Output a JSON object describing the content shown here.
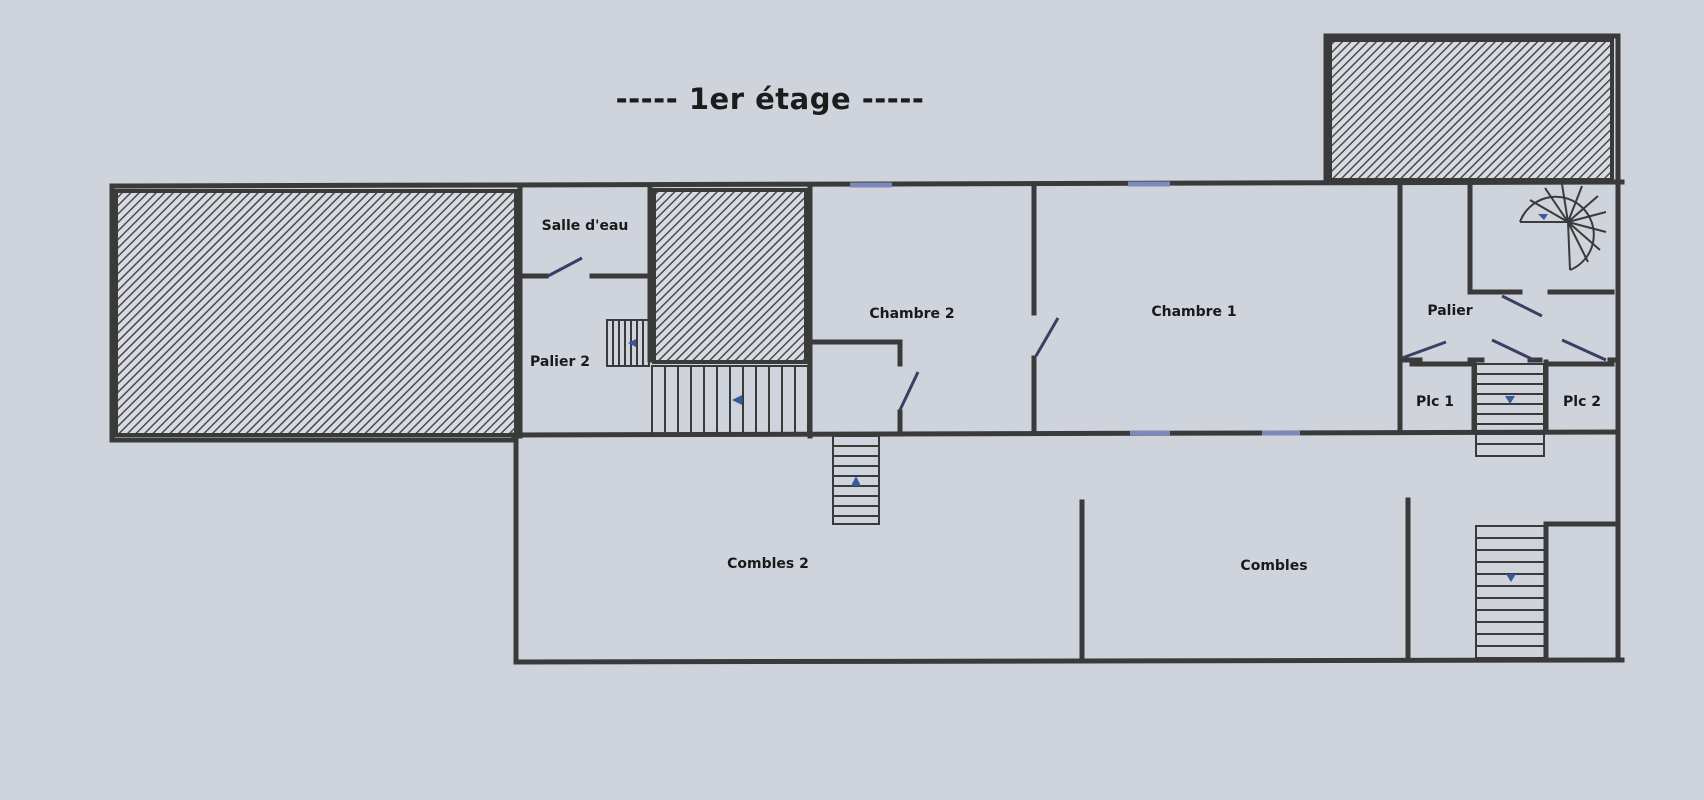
{
  "title": "-----  1er étage  -----",
  "colors": {
    "background": "#cfd3dc",
    "room_fill": "#d2d6de",
    "wall": "#3a3a3a",
    "window": "#7d89b8",
    "door": "#3b3f66",
    "arrow": "#3a58a0",
    "hatch": "#555555"
  },
  "rooms": {
    "salle_deau": "Salle d'eau",
    "palier_2": "Palier 2",
    "chambre_2": "Chambre 2",
    "chambre_1": "Chambre 1",
    "palier": "Palier",
    "plc_1": "Plc 1",
    "plc_2": "Plc 2",
    "combles_2": "Combles 2",
    "combles": "Combles"
  }
}
